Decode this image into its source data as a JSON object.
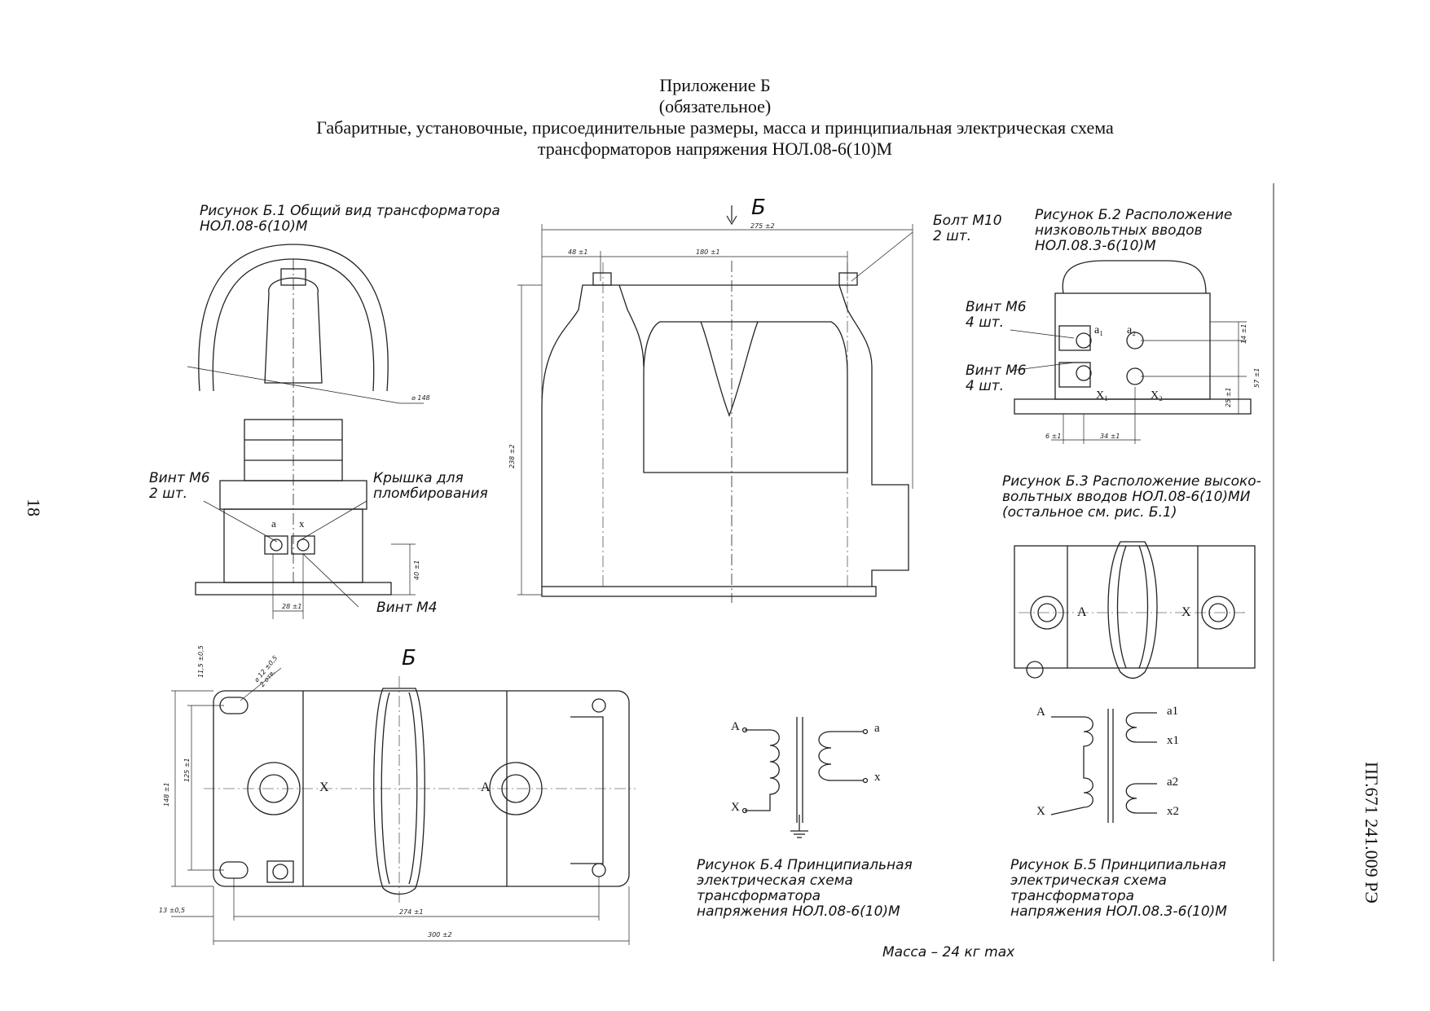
{
  "header": {
    "line1": "Приложение Б",
    "line2": "(обязательное)",
    "line3": "Габаритные, установочные, присоединительные размеры, масса и принципиальная электрическая схема",
    "line4": "трансформаторов напряжения НОЛ.08-6(10)М"
  },
  "page_number": "18",
  "document_code": "ПГ.671 241.009 РЭ",
  "figures": {
    "b1": "Рисунок Б.1 Общий вид трансформатора\nНОЛ.08-6(10)М",
    "b2": "Рисунок Б.2 Расположение\nнизковольтных вводов\nНОЛ.08.3-6(10)М",
    "b3": "Рисунок Б.3 Расположение высоко-\nвольтных вводов НОЛ.08-6(10)МИ\n(остальное см. рис. Б.1)",
    "b4": "Рисунок Б.4 Принципиальная\nэлектрическая схема\nтрансформатора\nнапряжения НОЛ.08-6(10)М",
    "b5": "Рисунок Б.5 Принципиальная\nэлектрическая схема\nтрансформатора\nнапряжения НОЛ.08.3-6(10)М"
  },
  "labels": {
    "vint_m6_2": "Винт М6\n2 шт.",
    "kryshka": "Крышка для\nпломбирования",
    "vint_m4": "Винт М4",
    "bolt_m10": "Болт М10\n2 шт.",
    "vint_m6_4a": "Винт М6\n4 шт.",
    "vint_m6_4b": "Винт М6\n4 шт.",
    "view_b_top": "Б",
    "view_b_plan": "Б",
    "mass": "Масса – 24 кг max"
  },
  "dimensions": {
    "d275": "275 ±2",
    "d48": "48 ±1",
    "d180": "180 ±1",
    "d238": "238 ±2",
    "d148dia": "⌀ 148",
    "d40": "40 ±1",
    "d28": "28 ±1",
    "d14": "14 ±1",
    "d57": "57 ±1",
    "d25": "25 ±1",
    "d6": "6 ±1",
    "d34": "34 ±1",
    "d115": "11,5 ±0,5",
    "d125": "125 ±1",
    "d148": "148 ±1",
    "d13": "13 ±0,5",
    "d274": "274 ±1",
    "d300": "300 ±2",
    "dhole": "⌀ 12 ±0,5\n2 отв."
  },
  "schematic_b4": {
    "A": "A",
    "X": "X",
    "a": "a",
    "x": "x"
  },
  "schematic_b5": {
    "A": "A",
    "X": "X",
    "a1": "a1",
    "x1": "x1",
    "a2": "a2",
    "x2": "x2"
  },
  "terminals": {
    "a": "a",
    "x": "x",
    "a1": "a₁",
    "a2": "a₂",
    "x1": "X₁",
    "x2": "X₂",
    "A": "A",
    "X": "X"
  }
}
